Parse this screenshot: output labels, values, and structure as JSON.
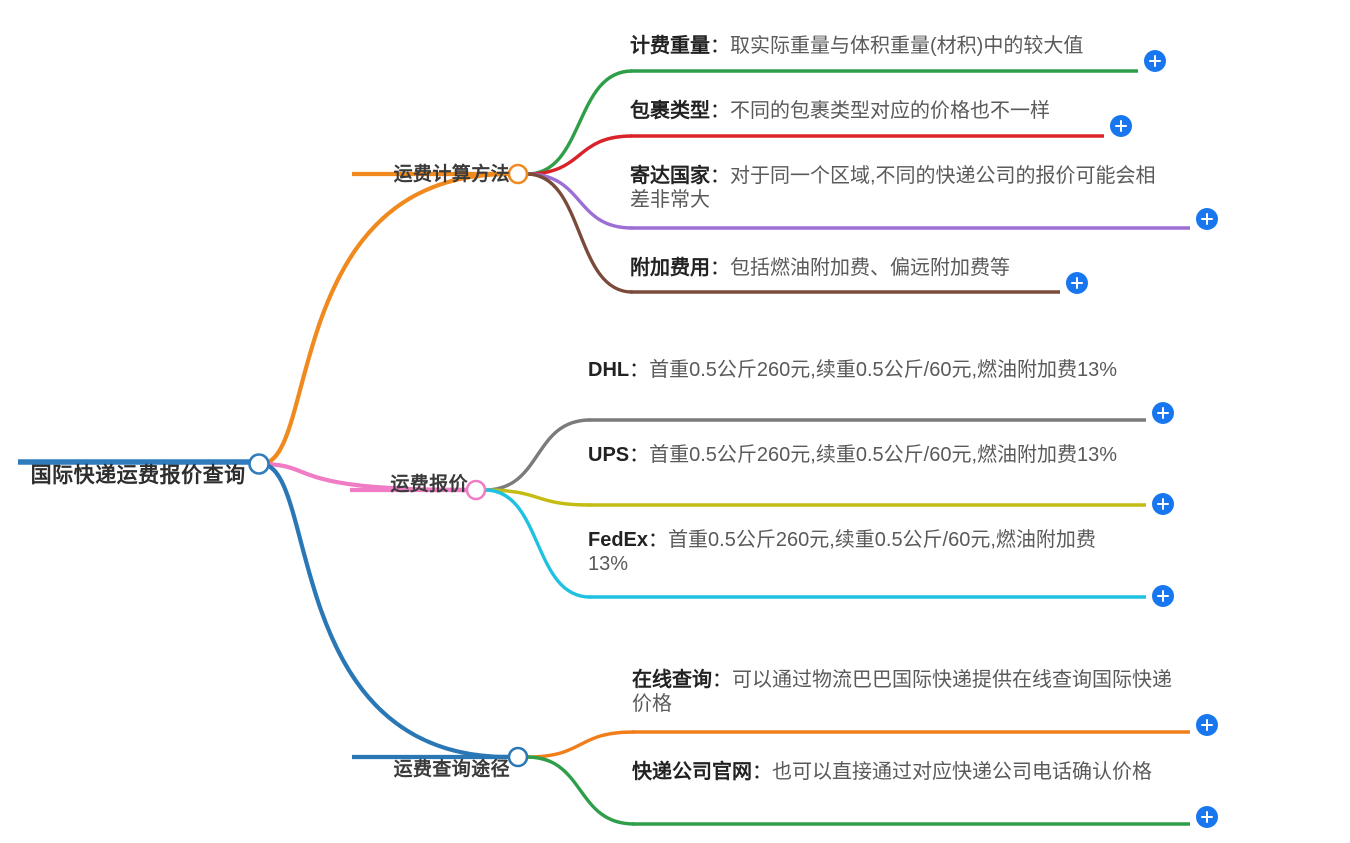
{
  "map": {
    "root": {
      "label": "国际快递运费报价查询",
      "color": "#2e7cbe"
    },
    "branches": [
      {
        "label": "运费计算方法",
        "color": "#f08a1e",
        "children": [
          {
            "title": "计费重量",
            "sep": "：",
            "desc": "取实际重量与体积重量(材积)中的较大值",
            "color": "#2e9e48",
            "expand_label": "+"
          },
          {
            "title": "包裹类型",
            "sep": "：",
            "desc": "不同的包裹类型对应的价格也不一样",
            "color": "#d8232a",
            "expand_label": "+"
          },
          {
            "title": "寄达国家",
            "sep": "：",
            "desc": "对于同一个区域,不同的快递公司的报价可能会相差非常大",
            "color": "#9b6fd4",
            "expand_label": "+"
          },
          {
            "title": "附加费用",
            "sep": "：",
            "desc": "包括燃油附加费、偏远附加费等",
            "color": "#7a4b3a",
            "expand_label": "+"
          }
        ]
      },
      {
        "label": "运费报价",
        "color": "#ef7cc4",
        "children": [
          {
            "title": "DHL",
            "sep": "：",
            "desc": "首重0.5公斤260元,续重0.5公斤/60元,燃油附加费13%",
            "color": "#7b7b7b",
            "expand_label": "+"
          },
          {
            "title": "UPS",
            "sep": "：",
            "desc": "首重0.5公斤260元,续重0.5公斤/60元,燃油附加费13%",
            "color": "#c4bc12",
            "expand_label": "+"
          },
          {
            "title": "FedEx",
            "sep": "：",
            "desc": "首重0.5公斤260元,续重0.5公斤/60元,燃油附加费13%",
            "color": "#1fc1e0",
            "expand_label": "+"
          }
        ]
      },
      {
        "label": "运费查询途径",
        "color": "#2a77b5",
        "children": [
          {
            "title": "在线查询",
            "sep": "：",
            "desc": "可以通过物流巴巴国际快递提供在线查询国际快递价格",
            "color": "#f07e1a",
            "expand_label": "+"
          },
          {
            "title": "快递公司官网",
            "sep": "：",
            "desc": "也可以直接通过对应快递公司电话确认价格",
            "color": "#2e9e48",
            "expand_label": "+"
          }
        ]
      }
    ]
  }
}
